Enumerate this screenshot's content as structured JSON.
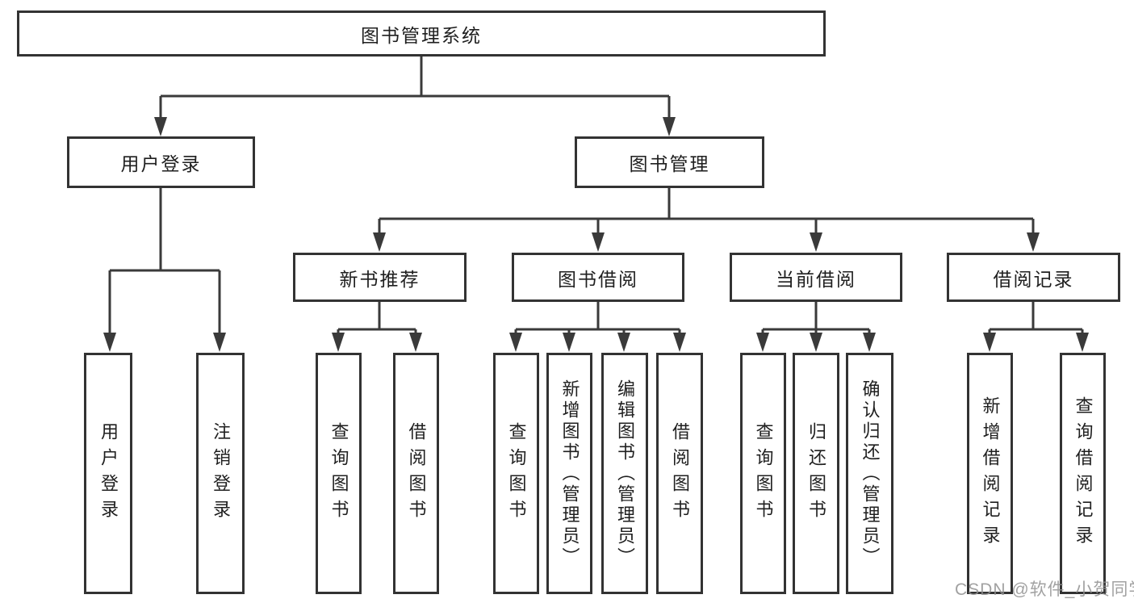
{
  "tree": {
    "root": {
      "label": "图书管理系统"
    },
    "branches": [
      {
        "label": "用户登录",
        "children": [
          "用户登录",
          "注销登录"
        ]
      },
      {
        "label": "图书管理"
      }
    ],
    "modules": [
      {
        "label": "新书推荐",
        "children": [
          "查询图书",
          "借阅图书"
        ]
      },
      {
        "label": "图书借阅",
        "children": [
          "查询图书",
          "新增图书（管理员）",
          "编辑图书（管理员）",
          "借阅图书"
        ]
      },
      {
        "label": "当前借阅",
        "children": [
          "查询图书",
          "归还图书",
          "确认归还（管理员）"
        ]
      },
      {
        "label": "借阅记录",
        "children": [
          "新增借阅记录",
          "查询借阅记录"
        ]
      }
    ]
  },
  "watermark": "CSDN @软件_小贺同学",
  "colors": {
    "line": "#3a3a3a",
    "text": "#1f1f1f",
    "watermark": "#919191"
  }
}
